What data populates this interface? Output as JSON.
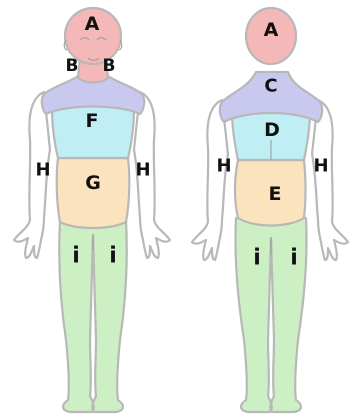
{
  "colors": {
    "head": "#f4b8b8",
    "shoulders": "#c9c9f0",
    "chest": "#bfeef5",
    "abdomen": "#fbe3bd",
    "legs": "#cdefc4",
    "outline": "#b8b8b8"
  },
  "front_view": {
    "labels": {
      "head": "A",
      "neck_left": "B",
      "neck_right": "B",
      "chest": "F",
      "abdomen": "G",
      "arm_left": "H",
      "arm_right": "H",
      "leg_left": "i",
      "leg_right": "i"
    }
  },
  "back_view": {
    "labels": {
      "head": "A",
      "upper_back": "C",
      "mid_back": "D",
      "lower_back": "E",
      "arm_left": "H",
      "arm_right": "H",
      "leg_left": "i",
      "leg_right": "i"
    }
  }
}
